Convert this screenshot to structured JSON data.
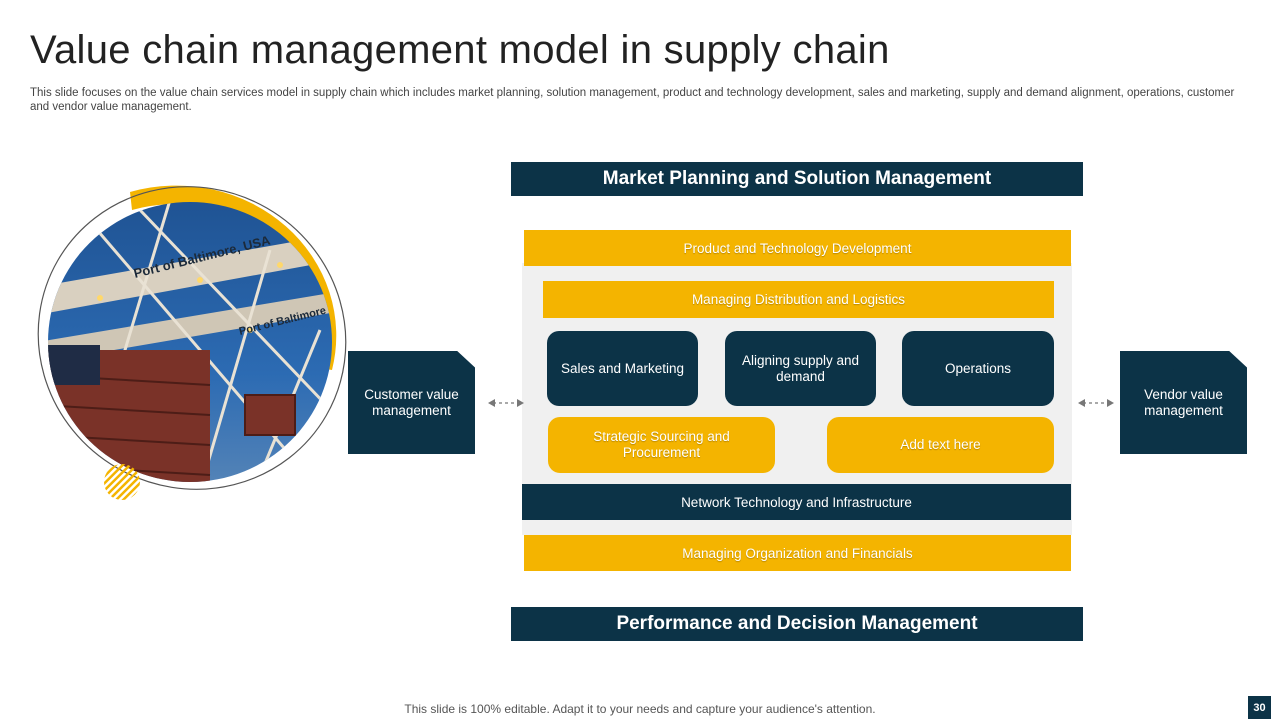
{
  "title": "Value chain management model in supply chain",
  "description": "This slide focuses on the value chain services model in supply chain which includes market planning, solution management, product and technology development, sales and marketing, supply and demand alignment, operations, customer and vendor value management.",
  "image": {
    "sign_text_1": "Port of Baltimore, USA",
    "sign_text_2": "Port of Baltimore"
  },
  "diagram": {
    "top_header": "Market Planning and Solution Management",
    "product_tech": "Product and Technology  Development",
    "distribution": "Managing Distribution and Logistics",
    "sales": "Sales and Marketing",
    "aligning": "Aligning supply and demand",
    "operations": "Operations",
    "sourcing": "Strategic Sourcing and Procurement",
    "add_text": "Add text here",
    "network": "Network Technology  and Infrastructure",
    "org_fin": "Managing Organization and Financials",
    "bottom_header": "Performance and Decision Management",
    "customer": "Customer value management",
    "vendor": "Vendor value management"
  },
  "colors": {
    "navy": "#0c3347",
    "gold": "#f4b400",
    "panel": "#f0f0f0"
  },
  "footer": "This slide is 100% editable. Adapt it to your needs and capture your audience's attention.",
  "page_number": "30"
}
